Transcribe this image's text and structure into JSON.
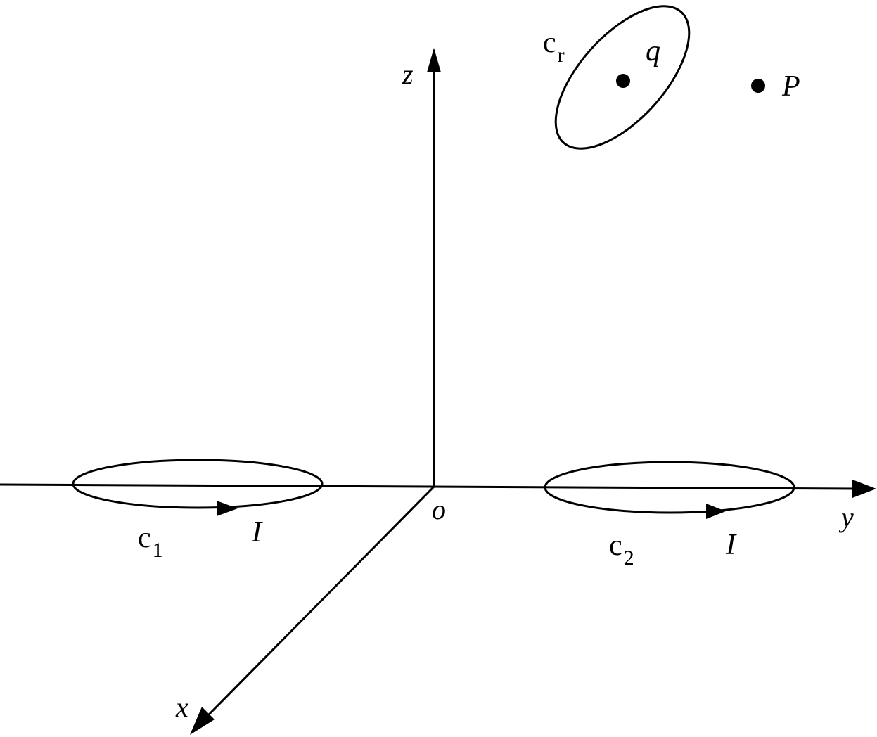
{
  "diagram": {
    "description": "3D coordinate system with two horizontal current loops c1 and c2 on the y-axis carrying current I, a tilted loop cr enclosing charge q, and a field point P",
    "stroke_color": "#000000",
    "background": "#ffffff",
    "axes": {
      "origin_label": "o",
      "x_label": "x",
      "y_label": "y",
      "z_label": "z"
    },
    "loops": [
      {
        "id": "c1",
        "name": "c",
        "subscript": "1",
        "current_label": "I"
      },
      {
        "id": "c2",
        "name": "c",
        "subscript": "2",
        "current_label": "I"
      },
      {
        "id": "cr",
        "name": "c",
        "subscript": "r"
      }
    ],
    "points": [
      {
        "id": "q",
        "label": "q"
      },
      {
        "id": "P",
        "label": "P"
      }
    ]
  }
}
